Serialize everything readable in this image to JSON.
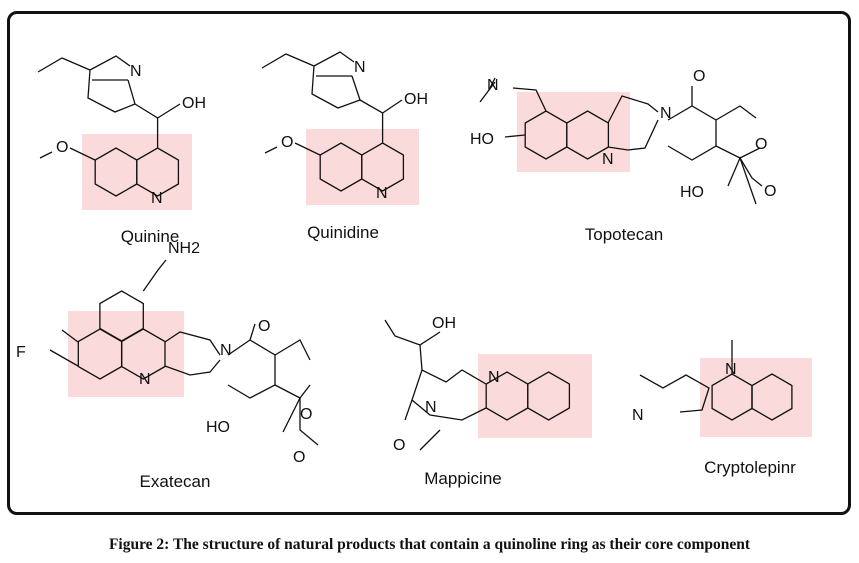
{
  "highlight_color": "#f9d4d4",
  "molecules": [
    {
      "name": "Quinine",
      "atoms": [
        "N",
        "OH",
        "O",
        "N"
      ]
    },
    {
      "name": "Quinidine",
      "atoms": [
        "N",
        "OH",
        "O",
        "N"
      ]
    },
    {
      "name": "Topotecan",
      "atoms": [
        "N",
        "HO",
        "N",
        "N",
        "O",
        "O",
        "O",
        "HO"
      ]
    },
    {
      "name": "Exatecan",
      "atoms": [
        "NH2",
        "F",
        "N",
        "N",
        "O",
        "O",
        "HO",
        "O"
      ]
    },
    {
      "name": "Mappicine",
      "atoms": [
        "OH",
        "N",
        "O",
        "N"
      ]
    },
    {
      "name": "Cryptolepinr",
      "atoms": [
        "N",
        "N"
      ]
    }
  ],
  "caption": {
    "prefix": "Figure 2:",
    "text": " The structure of natural products that contain a quinoline ring as their core component"
  }
}
